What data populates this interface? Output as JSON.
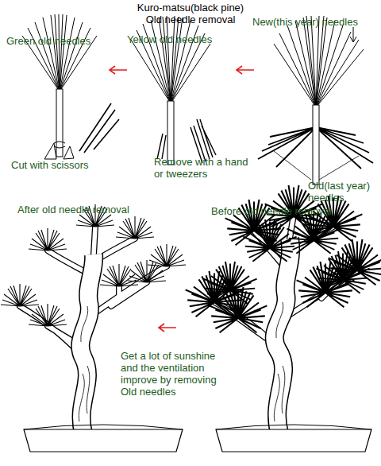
{
  "diagram": {
    "title": "Kuro-matsu(black pine) Old needle removal",
    "labels": [
      "Green old needles",
      "Yellow old needles",
      "New(this year) needles",
      "Cut with scissors",
      "Remove with a hand or tweezers",
      "Old(last year) needles",
      "After old needle removal",
      "Before old needle removal",
      "Get a lot of sunshine and the ventilation improve by removing Old needles"
    ]
  }
}
